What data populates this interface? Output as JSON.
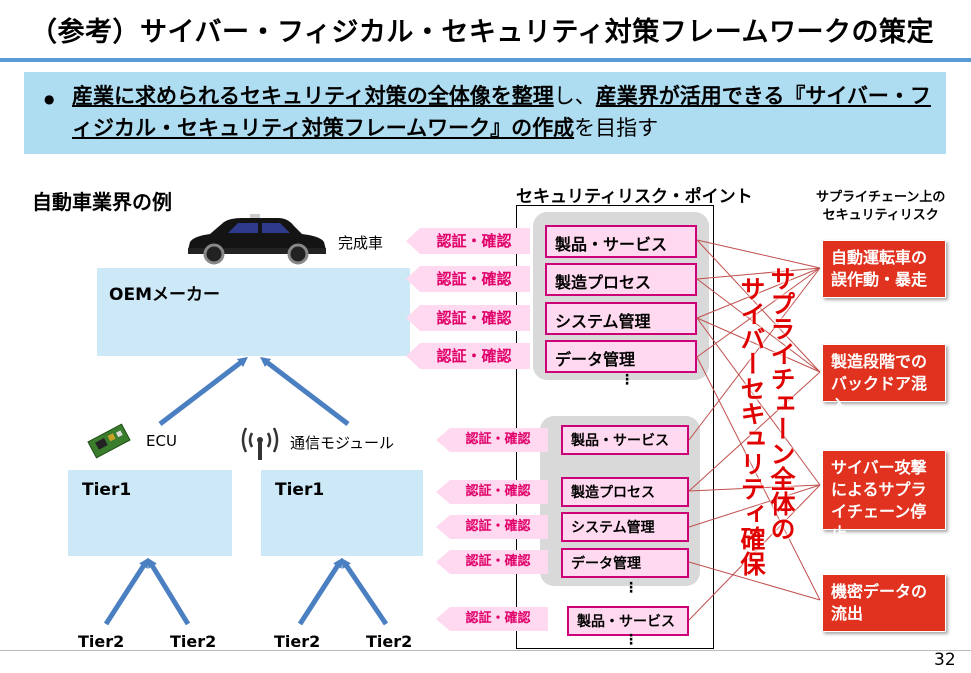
{
  "title": "（参考）サイバー・フィジカル・セキュリティ対策フレームワークの策定",
  "summary": {
    "bullet": "●",
    "part1": "産業に求められるセキュリティ対策の全体像を整理",
    "part2": "し、",
    "part3": "産業界が活用できる『サイバー・フィジカル・セキュリティ対策フレームワーク』の作成",
    "part4": "を目指す"
  },
  "example_heading": "自動車業界の例",
  "security_risk_point_heading": "セキュリティリスク・ポイント",
  "supply_chain_risk_heading": "サプライチェーン上の\nセキュリティリスク",
  "car_label": "完成車",
  "oem_label": "OEMメーカー",
  "ecu_label": "ECU",
  "comm_module_label": "通信モジュール",
  "tier1_label": "Tier1",
  "tier2_label": "Tier2",
  "auth_label": "認証・確認",
  "items": {
    "product_service": "製品・サービス",
    "manufacturing_process": "製造プロセス",
    "system_management": "システム管理",
    "data_management": "データ管理"
  },
  "ellipsis": "⋮",
  "vertical_text_1": "サプライチェーン全体の",
  "vertical_text_2": "サイバーセキュリティ確保",
  "risks": [
    "自動運転車の誤作動・暴走",
    "製造段階でのバックドア混入",
    "サイバー攻撃によるサプライチェーン停止",
    "機密データの流出"
  ],
  "page_number": "32",
  "colors": {
    "accent_blue": "#5b9bd5",
    "summary_bg": "#aedcf0",
    "box_blue": "#cde9f8",
    "auth_pink": "#ffd9ef",
    "auth_text": "#e0006a",
    "risk_red": "#e0321e",
    "vertical_red": "#e00000",
    "arrow_blue": "#4a7fc1"
  },
  "icons": {
    "car": "car-icon",
    "ecu": "ecu-board-icon",
    "antenna": "antenna-icon"
  }
}
